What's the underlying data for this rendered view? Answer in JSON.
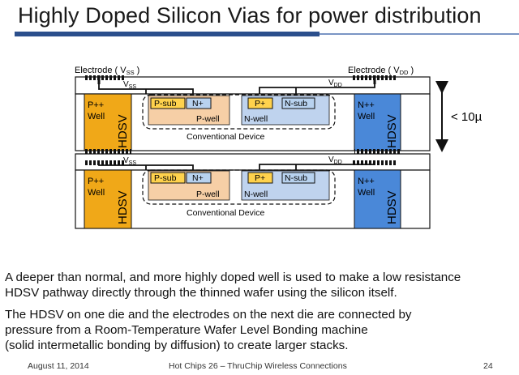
{
  "slide": {
    "title": "Highly Doped Silicon Vias for power distribution",
    "paragraphs": [
      [
        "A deeper than normal, and more highly doped well is used to make a low resistance",
        "HDSV pathway directly through the thinned wafer using the silicon itself."
      ],
      [
        "The HDSV on one die and the electrodes on the next die are connected by",
        "pressure from a Room-Temperature Wafer Level Bonding machine",
        "(solid intermetallic bonding by diffusion) to create larger stacks."
      ]
    ],
    "footer": {
      "date": "August 11, 2014",
      "conference": "Hot Chips 26 – ThruChip Wireless Connections",
      "page": "24"
    }
  },
  "diagram": {
    "electrode_vss": "Electrode ( V",
    "electrode_vss_sub": "SS",
    "electrode_vdd": "Electrode ( V",
    "electrode_vdd_sub": "DD",
    "close_paren": " )",
    "vss": "V",
    "vss_sub": "SS",
    "vdd": "V",
    "vdd_sub": "DD",
    "p_well_label": [
      "P++",
      "Well"
    ],
    "n_well_label": [
      "N++",
      "Well"
    ],
    "hdsv": "HDSV",
    "p_sub": "P-sub",
    "n_plus": "N+",
    "p_plus": "P+",
    "n_sub": "N-sub",
    "p_well": "P-well",
    "n_well": "N-well",
    "conventional_device": "Conventional Device",
    "thickness": "< 10µ",
    "colors": {
      "p_doped": "#f0a818",
      "n_doped": "#4a88d8",
      "p_well": "#f6cfa6",
      "n_well": "#bfd3ee",
      "p_plus": "#ffd24d",
      "n_plus": "#b8d2ef",
      "metal": "#111111"
    }
  }
}
